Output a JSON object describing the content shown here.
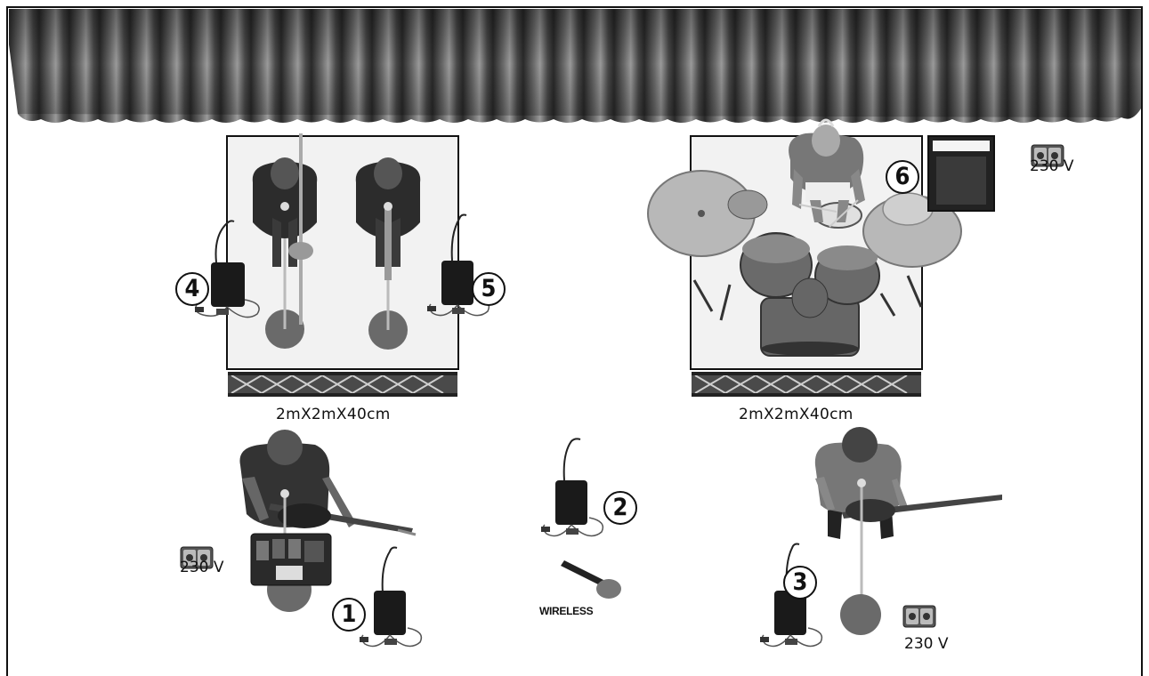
{
  "risers": {
    "left_label": "2mX2mX40cm",
    "right_label": "2mX2mX40cm"
  },
  "markers": {
    "m1": "1",
    "m2": "2",
    "m3": "3",
    "m4": "4",
    "m5": "5",
    "m6": "6"
  },
  "power": {
    "drum_voltage": "230 V",
    "guitar_left_voltage": "230 V",
    "guitar_right_voltage": "230 V"
  },
  "wireless_label": "WIRELESS"
}
